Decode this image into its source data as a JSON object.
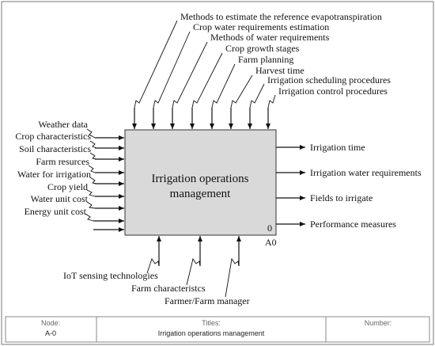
{
  "box": {
    "title_line1": "Irrigation operations",
    "title_line2": "management",
    "number": "0",
    "node_ref": "A0"
  },
  "controls": [
    "Methods to estimate the reference evapotranspiration",
    "Crop water requirements estimation",
    "Methods of water requirements",
    "Crop growth stages",
    "Farm planning",
    "Harvest time",
    "Irrigation scheduling procedures",
    "Irrigation control procedures"
  ],
  "inputs": [
    "Weather data",
    "Crop characteristics",
    "Soil characteristics",
    "Farm resurces",
    "Water for irrigation",
    "Crop yield",
    "Water unit cost",
    "Energy unit cost"
  ],
  "outputs": [
    "Irrigation time",
    "Irrigation water requirements",
    "Fields to irrigate",
    "Performance measures"
  ],
  "mechanisms": [
    "IoT sensing technologies",
    "Farm characteristcs",
    "Farmer/Farm manager"
  ],
  "footer": {
    "node_header": "Node:",
    "node_value": "A-0",
    "titles_header": "Titles:",
    "titles_value": "Irrigation operations management",
    "number_header": "Number:",
    "number_value": ""
  }
}
